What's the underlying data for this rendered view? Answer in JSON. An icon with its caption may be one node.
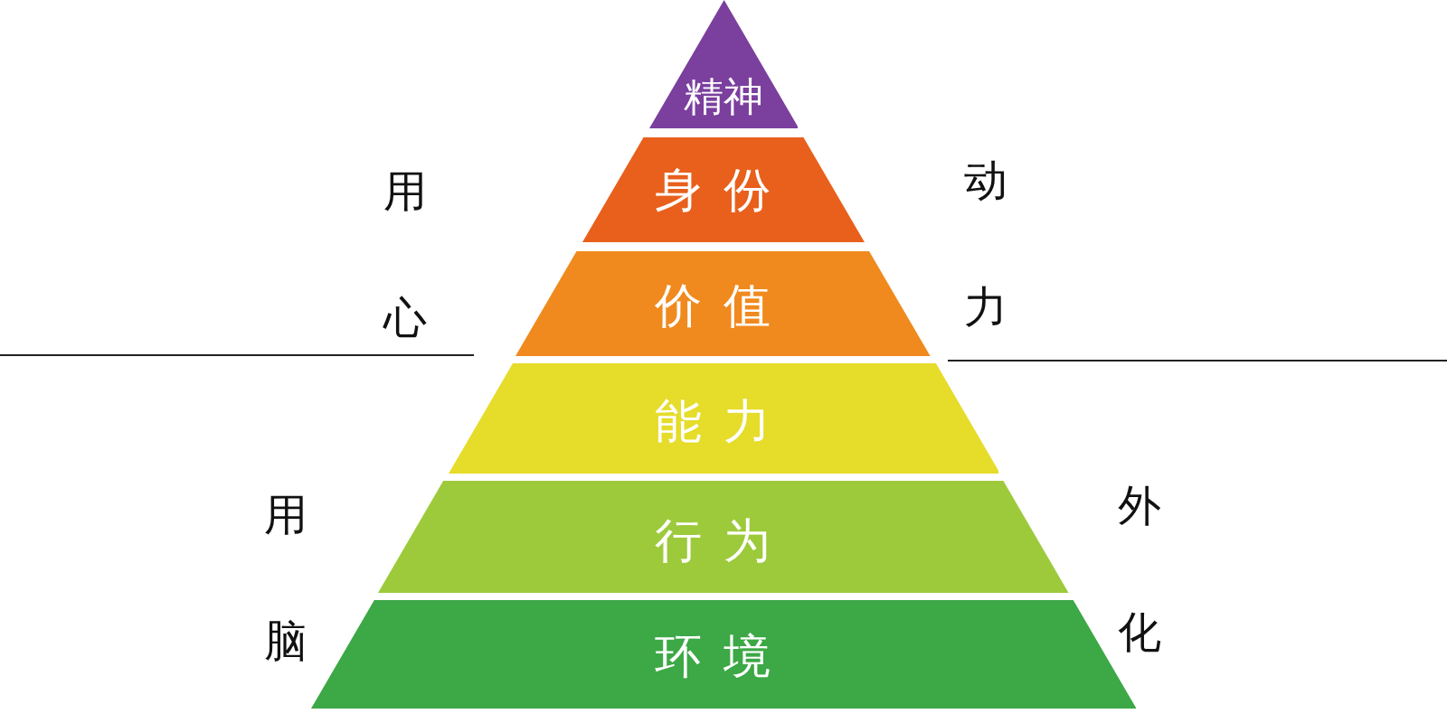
{
  "diagram": {
    "nodes": [
      {
        "text": [
          "精神"
        ]
      },
      {
        "text": [
          "身份"
        ]
      },
      {
        "text": [
          "价值"
        ]
      },
      {
        "text": [
          "能力"
        ]
      },
      {
        "text": [
          "行为"
        ]
      },
      {
        "text": [
          "环境"
        ]
      }
    ],
    "labels": [
      "用心",
      "动力",
      "用脑",
      "外化"
    ]
  }
}
